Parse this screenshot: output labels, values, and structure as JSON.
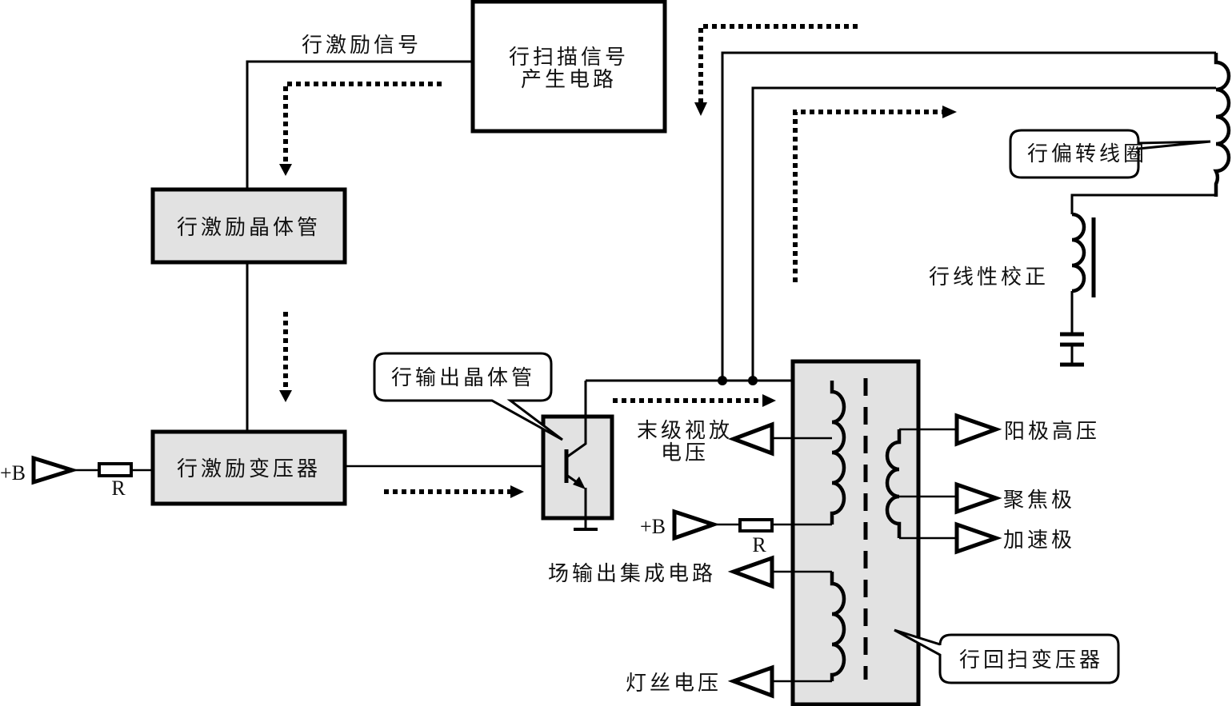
{
  "colors": {
    "box_fill": "#e2e2e2",
    "line": "#000000",
    "background": "#ffffff"
  },
  "blocks": {
    "scan_signal_generator": {
      "line1": "行扫描信号",
      "line2": "产生电路"
    },
    "driver_transistor": "行激励晶体管",
    "driver_transformer": "行激励变压器",
    "flyback_transformer": "行回扫变压器"
  },
  "labels": {
    "drive_signal": "行激励信号",
    "output_transistor": "行输出晶体管",
    "deflection_coil": "行偏转线圈",
    "linearity_correction": "行线性校正",
    "video_amp_voltage_line1": "末级视放",
    "video_amp_voltage_line2": "电压",
    "plus_b_left": "+B",
    "resistor_left": "R",
    "plus_b_right": "+B",
    "resistor_right": "R",
    "field_output_ic": "场输出集成电路",
    "filament_voltage": "灯丝电压",
    "anode_high_voltage": "阳极高压",
    "focus_electrode": "聚焦极",
    "accelerating_electrode": "加速极"
  }
}
